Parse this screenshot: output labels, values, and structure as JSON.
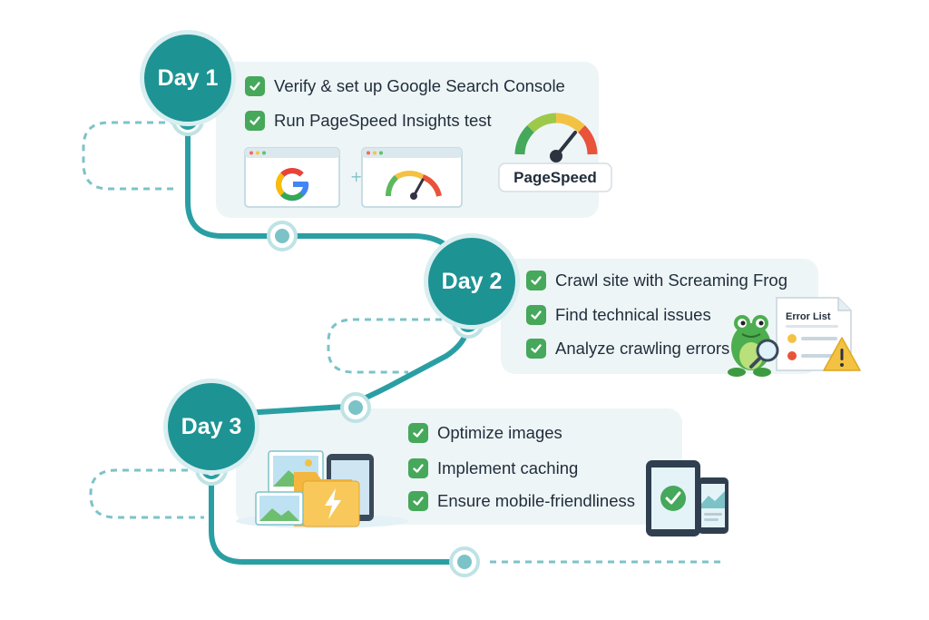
{
  "colors": {
    "teal": "#1e9393",
    "teal_light": "#5fb8bd",
    "panel_bg": "#eef5f7",
    "check_green": "#45a85a",
    "text_dark": "#1f2d3a"
  },
  "days": [
    {
      "label": "Day 1",
      "tasks": [
        "Verify & set up Google Search Console",
        "Run PageSpeed Insights test"
      ],
      "illustrations": [
        "google-logo-window",
        "plus-sign",
        "speed-gauge-window",
        "pagespeed-badge"
      ],
      "badge_text": "PageSpeed"
    },
    {
      "label": "Day 2",
      "tasks": [
        "Crawl site with Screaming Frog",
        "Find technical issues",
        "Analyze crawling errors"
      ],
      "illustrations": [
        "frog-with-magnifier",
        "error-list-document",
        "warning-icon"
      ],
      "error_list_title": "Error List"
    },
    {
      "label": "Day 3",
      "tasks": [
        "Optimize images",
        "Implement caching",
        "Ensure mobile-friendliness"
      ],
      "illustrations": [
        "image-folders-with-bolt",
        "tablet-and-phone-with-check"
      ]
    }
  ]
}
